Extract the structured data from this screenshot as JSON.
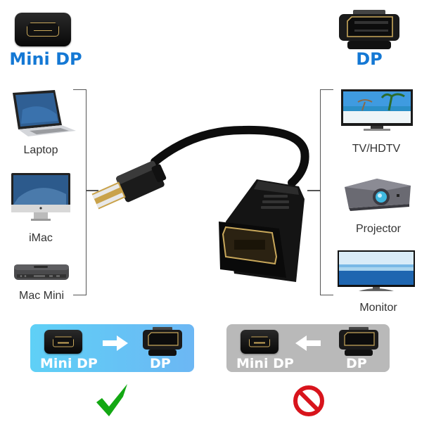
{
  "header": {
    "left_label": "Mini DP",
    "right_label": "DP"
  },
  "left_devices": [
    {
      "label": "Laptop",
      "icon": "laptop-icon"
    },
    {
      "label": "iMac",
      "icon": "imac-icon"
    },
    {
      "label": "Mac Mini",
      "icon": "mac-mini-icon"
    }
  ],
  "right_devices": [
    {
      "label": "TV/HDTV",
      "icon": "tv-icon"
    },
    {
      "label": "Projector",
      "icon": "projector-icon"
    },
    {
      "label": "Monitor",
      "icon": "monitor-icon"
    }
  ],
  "supported": {
    "from": "Mini DP",
    "to": "DP",
    "direction": "right",
    "status": "check-icon",
    "bg_color": "#5ec8f2",
    "status_color": "#13a813"
  },
  "unsupported": {
    "from": "Mini DP",
    "to": "DP",
    "direction": "left",
    "status": "prohibited-icon",
    "bg_color": "#b9b9b9",
    "status_color": "#d8141c"
  },
  "colors": {
    "accent": "#1478d4",
    "gold": "#c9a85b"
  }
}
